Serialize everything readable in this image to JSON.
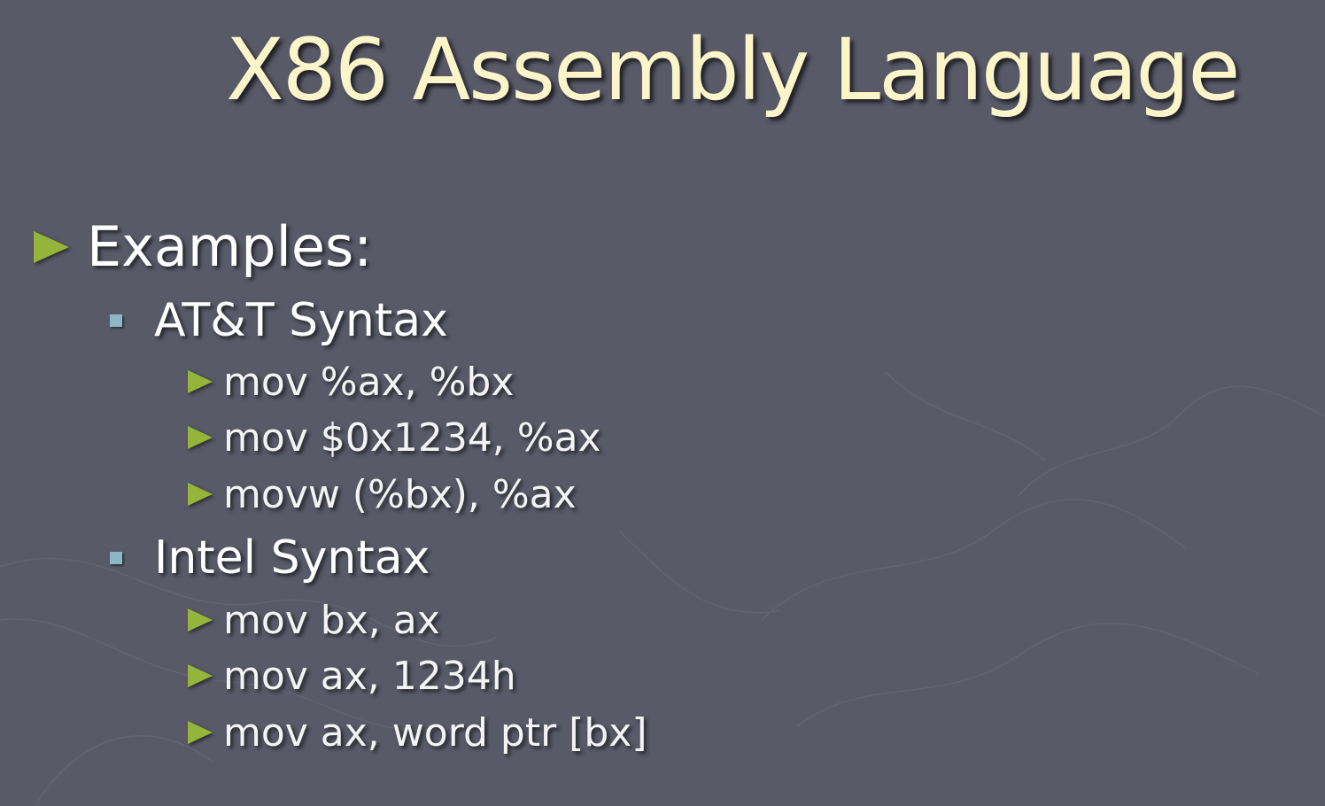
{
  "slide": {
    "title": "X86 Assembly Language",
    "bullet": "Examples:",
    "sections": [
      {
        "heading": "AT&T Syntax",
        "lines": [
          "mov %ax, %bx",
          "mov $0x1234, %ax",
          "movw (%bx), %ax"
        ]
      },
      {
        "heading": "Intel Syntax",
        "lines": [
          "mov bx, ax",
          "mov ax, 1234h",
          "mov ax, word ptr [bx]"
        ]
      }
    ]
  },
  "colors": {
    "background": "#585a68",
    "title": "#fbf5c9",
    "bullet_triangle": "#95b53a",
    "sub_bullet_square": "#8eb7c4",
    "text": "#ffffff"
  },
  "icons": {
    "level1_bullet": "triangle-bullet-icon",
    "level2_bullet": "square-bullet-icon",
    "level3_bullet": "triangle-bullet-icon"
  }
}
